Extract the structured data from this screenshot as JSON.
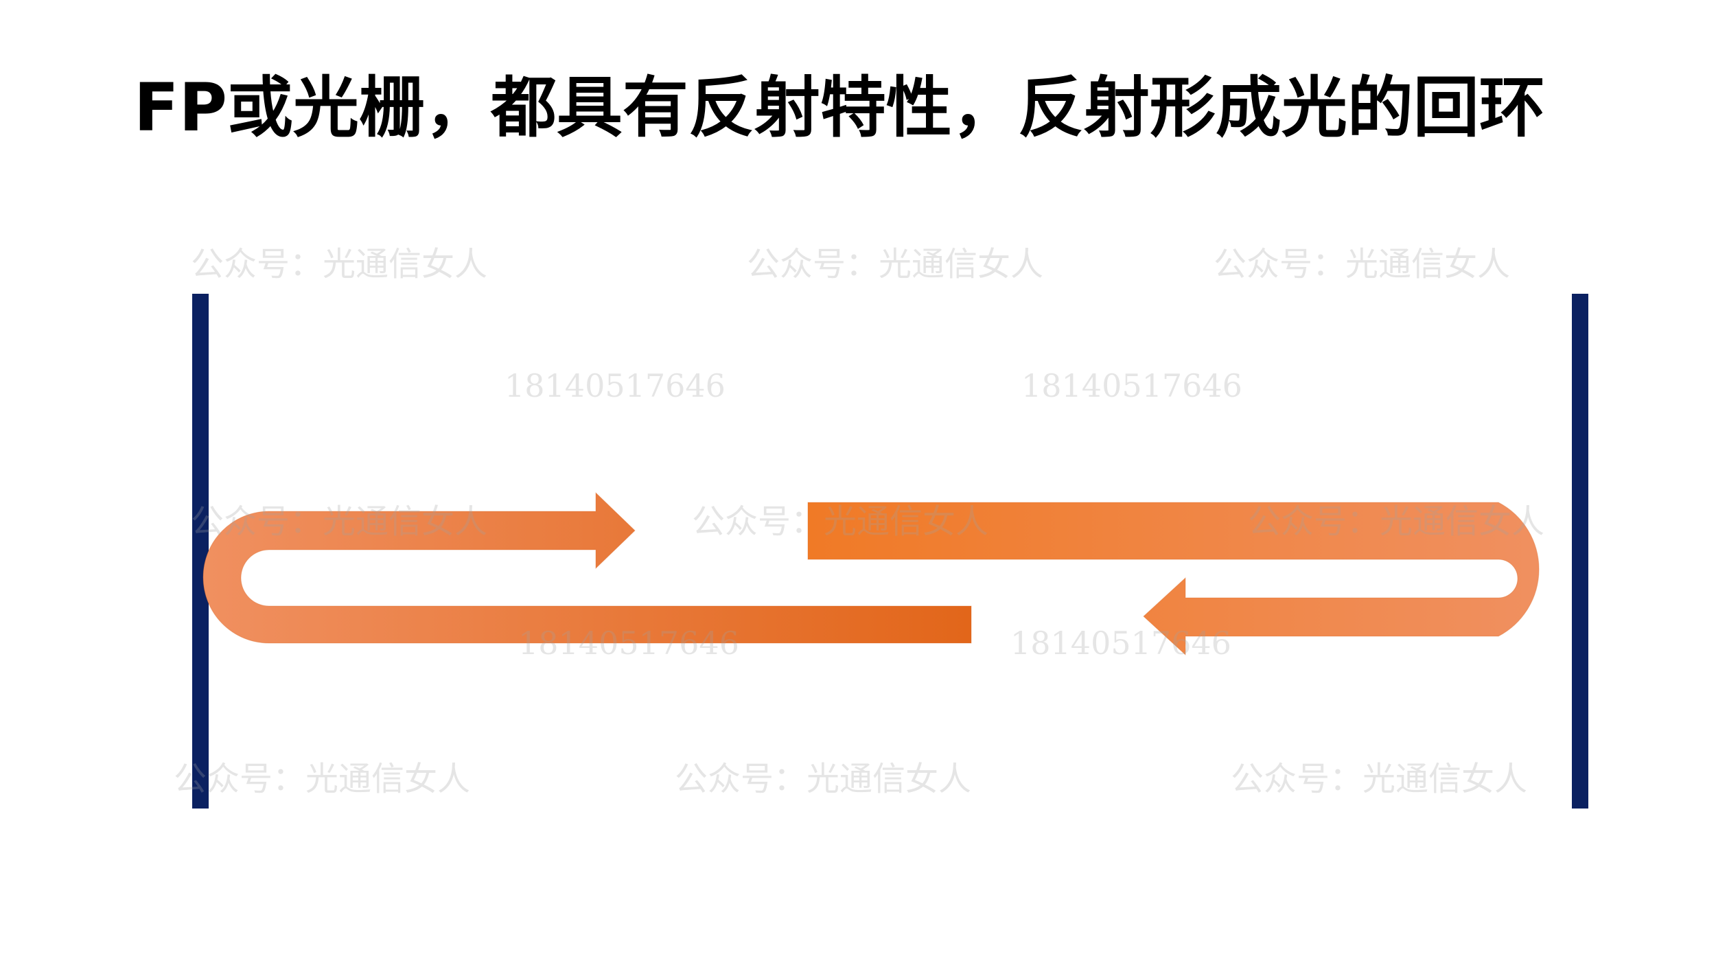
{
  "title": "FP或光栅，都具有反射特性，反射形成光的回环",
  "colors": {
    "mirror": "#0b2161",
    "arrow_light": "#f09060",
    "arrow_dark": "#f07a26",
    "arrow_deep": "#e2661a",
    "background": "#ffffff"
  },
  "watermarks": {
    "name": "公众号：光通信女人",
    "number": "18140517646"
  }
}
